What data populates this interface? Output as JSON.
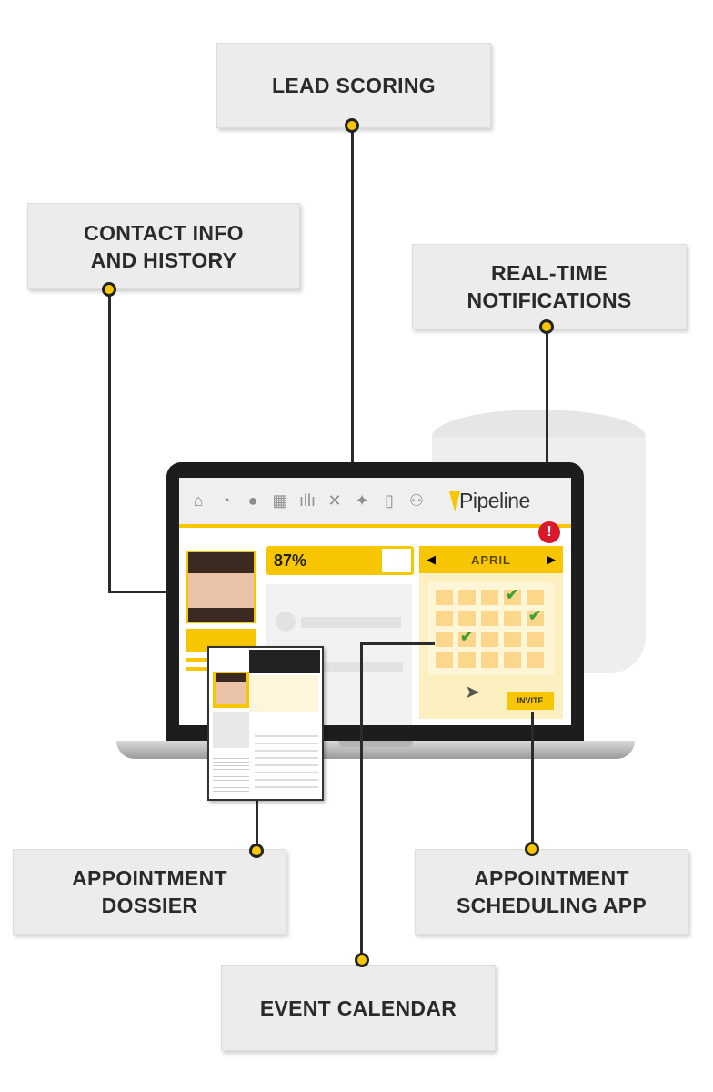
{
  "callouts": {
    "lead_scoring": "LEAD SCORING",
    "contact_info": [
      "CONTACT INFO",
      "AND HISTORY"
    ],
    "notifications": [
      "REAL-TIME",
      "NOTIFICATIONS"
    ],
    "dossier": [
      "APPOINTMENT",
      "DOSSIER"
    ],
    "scheduling": [
      "APPOINTMENT",
      "SCHEDULING APP"
    ],
    "event_calendar": "EVENT CALENDAR"
  },
  "app": {
    "logo": "Pipeline",
    "nav_icons": [
      "home-icon",
      "deals-icon",
      "chat-icon",
      "calendar-icon",
      "reports-icon",
      "tools-icon",
      "activity-icon",
      "mobile-icon",
      "contacts-icon"
    ],
    "lead_score": "87%",
    "lead_score_fraction": 0.87,
    "calendar_month": "APRIL",
    "invite_label": "INVITE",
    "checked_cells": [
      3,
      9,
      11
    ],
    "accent": "#f7c600",
    "alert_color": "#d9192b"
  }
}
